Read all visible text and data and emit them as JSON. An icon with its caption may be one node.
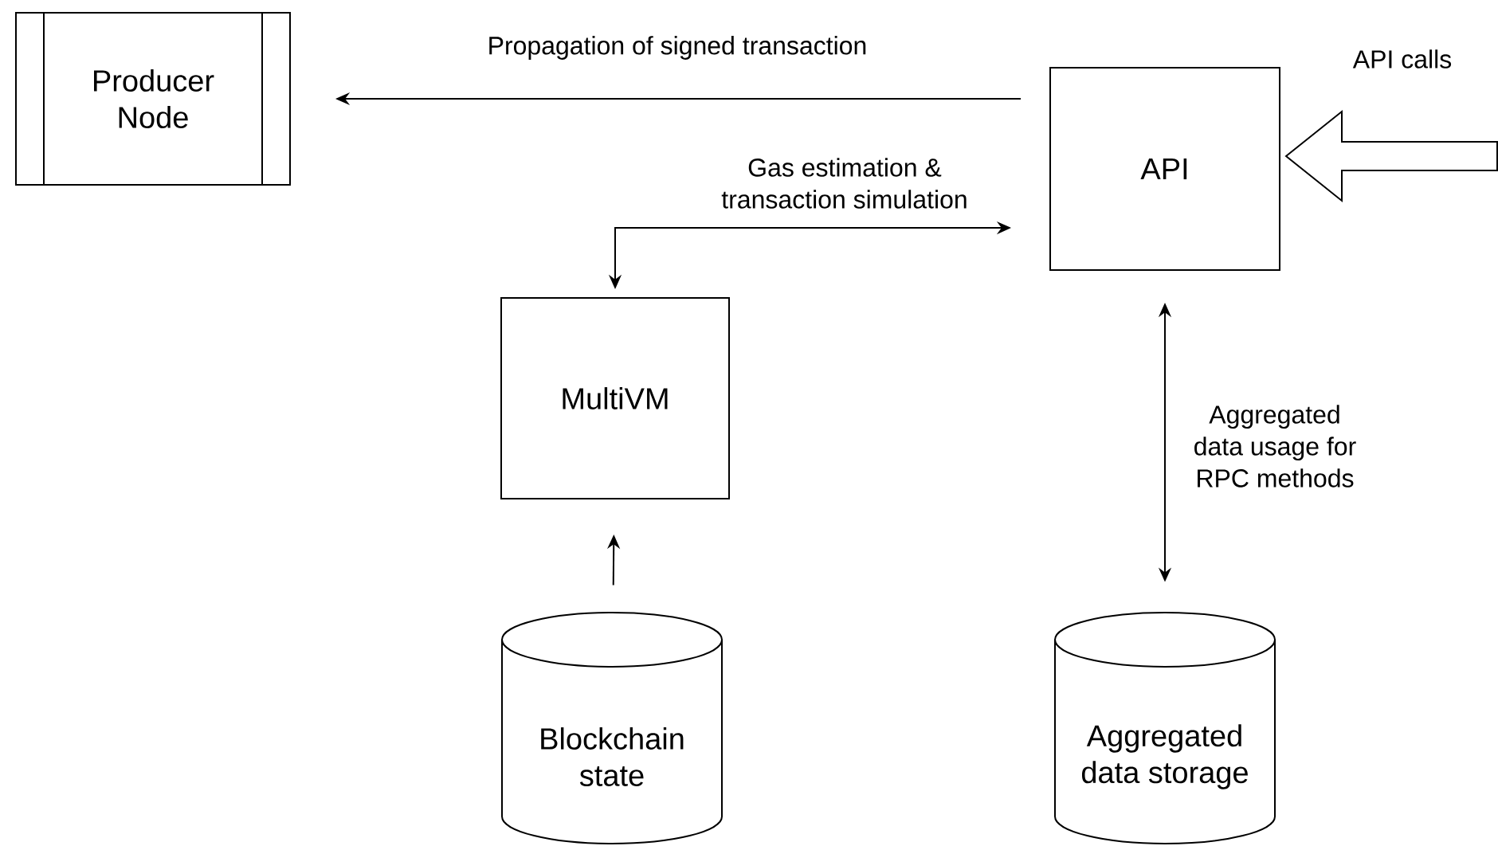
{
  "diagram": {
    "nodes": [
      {
        "text": [
          "Producer Node"
        ]
      },
      {
        "text": [
          "MultiVM"
        ]
      },
      {
        "text": [
          "API"
        ]
      },
      {
        "text": [
          "Blockchain state"
        ]
      },
      {
        "text": [
          "Aggregated data storage"
        ]
      }
    ],
    "edges": [
      {
        "from": 2,
        "to": 0,
        "arrow": "to",
        "label": "Propagation of signed transaction"
      },
      {
        "from": 1,
        "to": 2,
        "arrow": "both",
        "label": "Gas estimation & transaction simulation"
      },
      {
        "from": 3,
        "to": 1,
        "arrow": "to"
      },
      {
        "from": 4,
        "to": 2,
        "arrow": "both",
        "label": "Aggregated data usage for RPC methods"
      },
      {
        "from": null,
        "to": 2,
        "arrow": "to",
        "label": "API calls"
      }
    ]
  }
}
